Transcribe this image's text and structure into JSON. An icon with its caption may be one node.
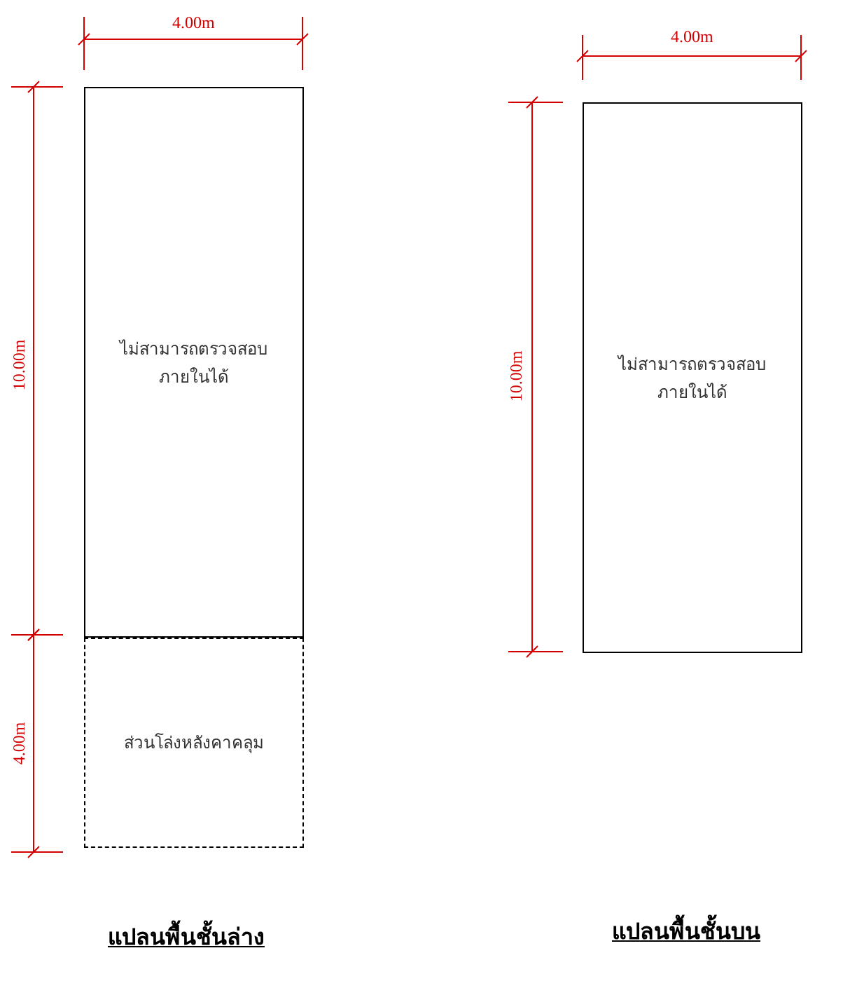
{
  "diagram": {
    "nodes": [
      {
        "text": [
          "ไม่สามารถตรวจสอบภายในได้"
        ]
      },
      {
        "text": [
          "ส่วนโล่งหลังคาคลุม"
        ]
      },
      {
        "text": [
          "ไม่สามารถตรวจสอบภายในได้"
        ]
      }
    ],
    "labels": [
      "4.00m",
      "4.00m",
      "10.00m",
      "10.00m",
      "4.00m",
      "แปลนพื้นชั้นล่าง",
      "แปลนพื้นชั้นบน"
    ]
  }
}
